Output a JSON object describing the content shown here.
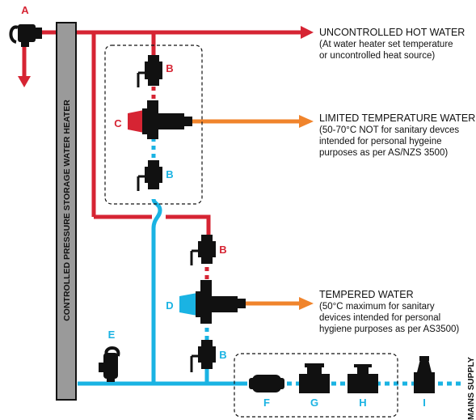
{
  "colors": {
    "hot": "#d62433",
    "cold": "#1ab3e3",
    "output": "#f0842c",
    "fitting": "#111111",
    "heater_fill": "#9a9a9a"
  },
  "heater": {
    "label": "CONTROLLED PRESSURE STORAGE WATER HEATER"
  },
  "supply": {
    "label": "MAINS SUPPLY"
  },
  "components": {
    "A": "A",
    "B1": "B",
    "B2": "B",
    "B3": "B",
    "B4": "B",
    "C": "C",
    "D": "D",
    "E": "E",
    "F": "F",
    "G": "G",
    "H": "H",
    "I": "I"
  },
  "outlets": {
    "uncontrolled": {
      "title": "UNCONTROLLED HOT WATER",
      "line1": "(At water heater set temperature",
      "line2": "or uncontrolled heat source)"
    },
    "limited": {
      "title": "LIMITED TEMPERATURE WATER",
      "line1": "(50-70°C NOT for sanitary devces",
      "line2": "intended for personal hygeine",
      "line3": "purposes as per AS/NZS 3500)"
    },
    "tempered": {
      "title": "TEMPERED WATER",
      "line1": "(50°C maximum for sanitary",
      "line2": "devices intended for personal",
      "line3": "hygiene purposes as per AS3500)"
    }
  }
}
